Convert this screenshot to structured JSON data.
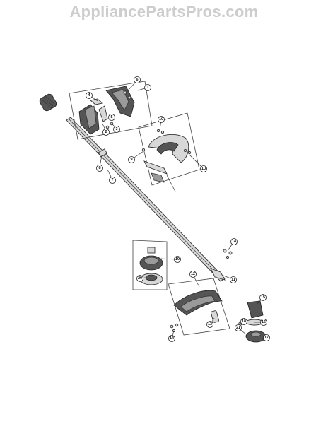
{
  "watermark": "AppliancePartsPros.com",
  "callouts": [
    {
      "id": "callout-1",
      "label": "1"
    },
    {
      "id": "callout-2",
      "label": "2"
    },
    {
      "id": "callout-3",
      "label": "3"
    },
    {
      "id": "callout-4",
      "label": "4"
    },
    {
      "id": "callout-5",
      "label": "5"
    },
    {
      "id": "callout-6",
      "label": "6"
    },
    {
      "id": "callout-7",
      "label": "7"
    },
    {
      "id": "callout-8",
      "label": "8"
    },
    {
      "id": "callout-9",
      "label": "9"
    },
    {
      "id": "callout-10a",
      "label": "10"
    },
    {
      "id": "callout-10b",
      "label": "10"
    },
    {
      "id": "callout-11",
      "label": "11"
    },
    {
      "id": "callout-12",
      "label": "12"
    },
    {
      "id": "callout-13",
      "label": "13"
    },
    {
      "id": "callout-14a",
      "label": "14"
    },
    {
      "id": "callout-14b",
      "label": "14"
    },
    {
      "id": "callout-15",
      "label": "15"
    },
    {
      "id": "callout-16",
      "label": "16"
    },
    {
      "id": "callout-17",
      "label": "17"
    },
    {
      "id": "callout-18",
      "label": "18"
    },
    {
      "id": "callout-19",
      "label": "19"
    },
    {
      "id": "callout-20",
      "label": "20"
    },
    {
      "id": "callout-21",
      "label": "21"
    }
  ]
}
